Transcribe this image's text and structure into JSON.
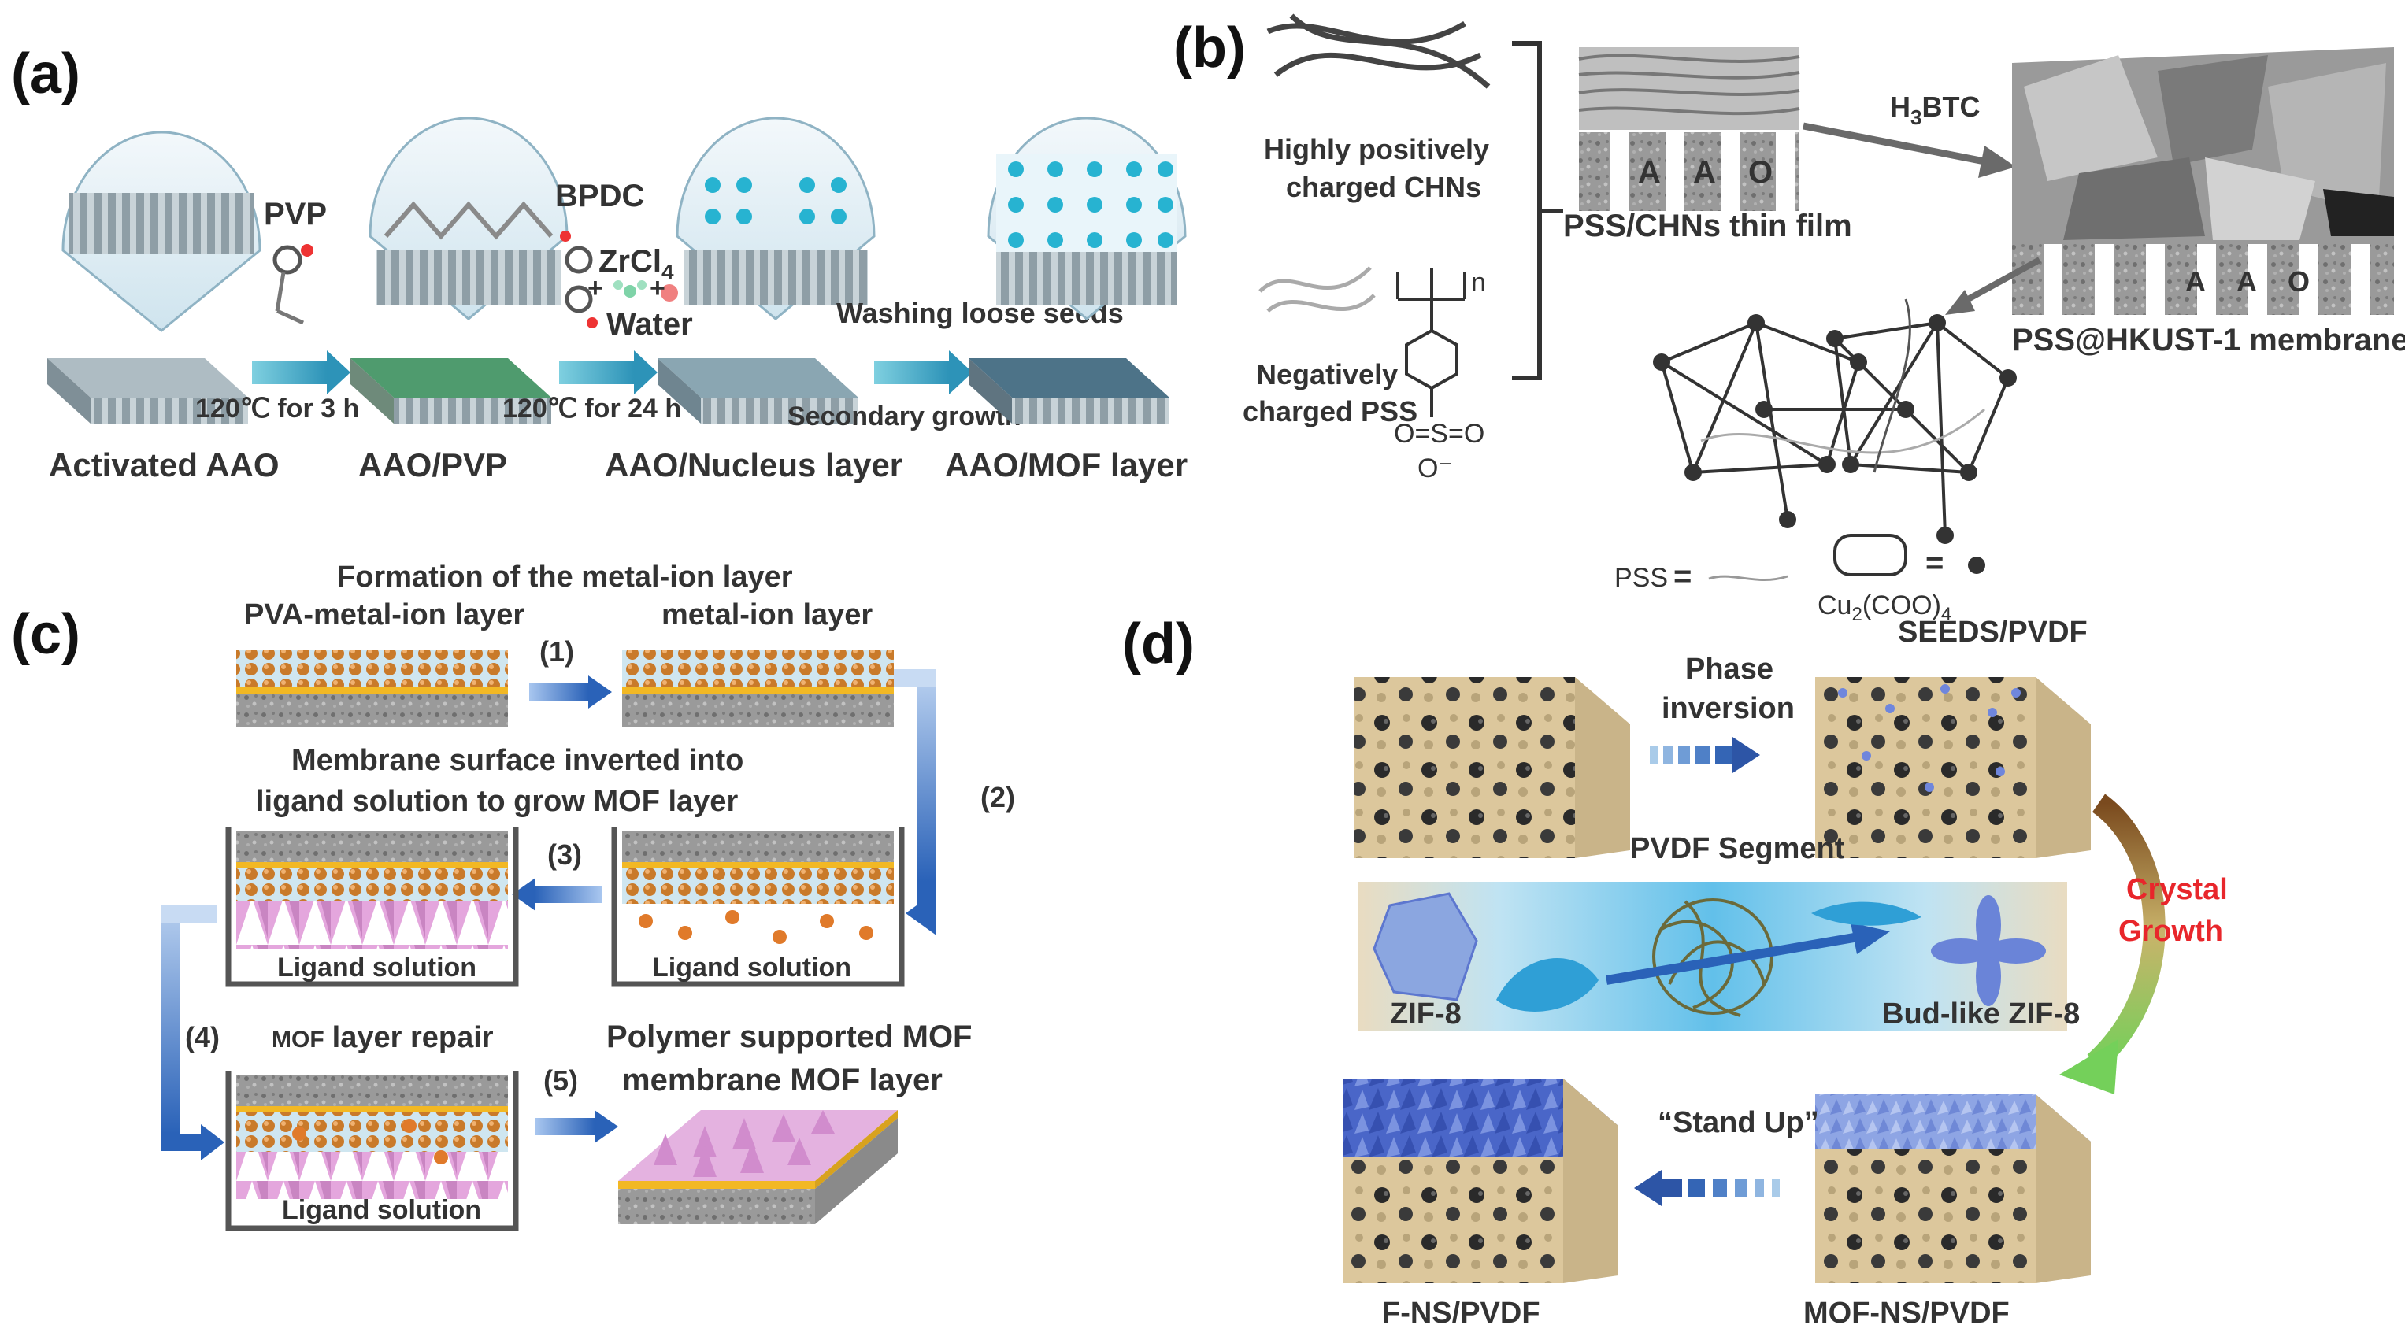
{
  "panels": {
    "a": {
      "label": "(a)",
      "steps": {
        "s1": "Activated AAO",
        "s2": "AAO/PVP",
        "s3": "AAO/Nucleus layer",
        "s4": "AAO/MOF layer"
      },
      "reagents": {
        "pvp": "PVP",
        "bpdc": "BPDC",
        "zrcl4": "ZrCl",
        "zrcl4_sub": "4",
        "water": "Water",
        "wash": "Washing loose seeds",
        "cond1": "120℃ for 3 h",
        "cond2": "120℃ for 24 h",
        "secondary": "Secondary growth"
      }
    },
    "b": {
      "label": "(b)",
      "chn_line1": "Highly positively",
      "chn_line2": "charged CHNs",
      "pss_line1": "Negatively",
      "pss_line2": "charged PSS",
      "pss_n": "n",
      "pss_so3": "O=S=O",
      "pss_o": "O⁻",
      "thinfilm": "PSS/CHNs  thin film",
      "aao_letters": [
        "A",
        "A",
        "O"
      ],
      "h3btc_pre": "H",
      "h3btc_sub": "3",
      "h3btc_post": "BTC",
      "membrane": "PSS@HKUST-1 membrane",
      "legend_pss": "PSS",
      "legend_eq": "=",
      "legend_cu": "Cu",
      "legend_cu_sub1": "2",
      "legend_cu_mid": "(COO)",
      "legend_cu_sub2": "4"
    },
    "c": {
      "label": "(c)",
      "formation": "Formation of the metal-ion layer",
      "pva_layer": "PVA-metal-ion layer",
      "metal_layer": "metal-ion layer",
      "step1": "(1)",
      "step2": "(2)",
      "step3": "(3)",
      "step4": "(4)",
      "step5": "(5)",
      "inverted1": "Membrane surface inverted into",
      "inverted2": "ligand solution to grow MOF layer",
      "ligand1": "Ligand solution",
      "ligand2": "Ligand solution",
      "ligand3": "Ligand solution",
      "repair_prefix": "MOF",
      "repair_suffix": "layer repair",
      "poly1": "Polymer supported MOF",
      "poly2": "membrane MOF layer"
    },
    "d": {
      "label": "(d)",
      "phase1": "Phase",
      "phase2": "inversion",
      "seeds": "SEEDS/PVDF",
      "segment": "PVDF Segment",
      "crystal1": "Crystal",
      "crystal2": "Growth",
      "zif8": "ZIF-8",
      "budlike": "Bud-like ZIF-8",
      "standup": "“Stand Up”",
      "fns": "F-NS/PVDF",
      "mofns": "MOF-NS/PVDF"
    }
  },
  "colors": {
    "arrow_teal": "#3ba6c4",
    "arrow_blue": "#2f67b5",
    "gold": "#f2b824",
    "orange": "#e07a2a",
    "pink": "#e1a3dc",
    "tan": "#d9c29a",
    "zif_blue": "#5d77cf",
    "red_text": "#e8262b"
  }
}
